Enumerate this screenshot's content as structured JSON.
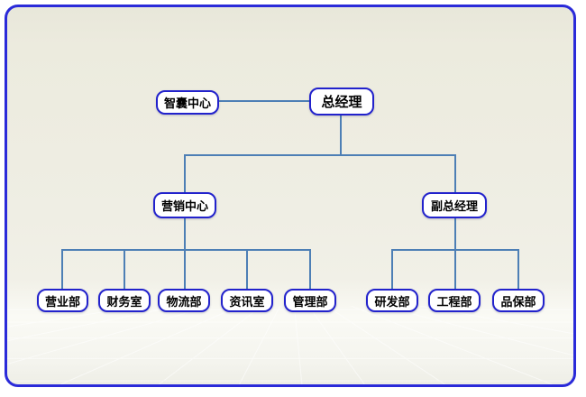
{
  "diagram": {
    "type": "org-chart",
    "nodes": {
      "think_tank": {
        "label": "智囊中心"
      },
      "general_manager": {
        "label": "总经理"
      },
      "marketing_center": {
        "label": "营销中心"
      },
      "deputy_general_manager": {
        "label": "副总经理"
      },
      "sales_dept": {
        "label": "营业部"
      },
      "finance_office": {
        "label": "财务室"
      },
      "logistics_dept": {
        "label": "物流部"
      },
      "info_office": {
        "label": "资讯室"
      },
      "management_dept": {
        "label": "管理部"
      },
      "rd_dept": {
        "label": "研发部"
      },
      "engineering_dept": {
        "label": "工程部"
      },
      "qa_dept": {
        "label": "品保部"
      }
    },
    "edges": [
      {
        "from": "think_tank",
        "to": "general_manager",
        "kind": "lateral"
      },
      {
        "from": "general_manager",
        "to": "marketing_center",
        "kind": "reports"
      },
      {
        "from": "general_manager",
        "to": "deputy_general_manager",
        "kind": "reports"
      },
      {
        "from": "marketing_center",
        "to": "sales_dept",
        "kind": "reports"
      },
      {
        "from": "marketing_center",
        "to": "finance_office",
        "kind": "reports"
      },
      {
        "from": "marketing_center",
        "to": "logistics_dept",
        "kind": "reports"
      },
      {
        "from": "marketing_center",
        "to": "info_office",
        "kind": "reports"
      },
      {
        "from": "marketing_center",
        "to": "management_dept",
        "kind": "reports"
      },
      {
        "from": "deputy_general_manager",
        "to": "rd_dept",
        "kind": "reports"
      },
      {
        "from": "deputy_general_manager",
        "to": "engineering_dept",
        "kind": "reports"
      },
      {
        "from": "deputy_general_manager",
        "to": "qa_dept",
        "kind": "reports"
      }
    ],
    "colors": {
      "node_border": "#2222cc",
      "node_background": "#ffffff",
      "node_text": "#000000",
      "connector": "#4d7fb5",
      "frame_border": "#2a2ad9",
      "canvas_background": "#efeee4"
    }
  }
}
